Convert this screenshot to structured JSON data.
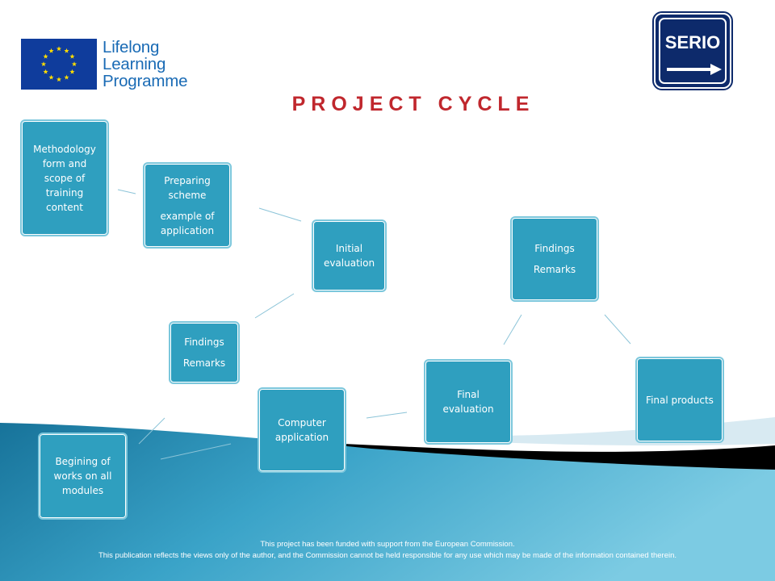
{
  "logo": {
    "lines": [
      "Lifelong",
      "Learning",
      "Programme"
    ],
    "icon": "eu-flag-icon",
    "flag_color": "#0f3c9c",
    "star_color": "#ffdd00"
  },
  "serio": {
    "label": "SERIO",
    "icon": "arrow-right-icon"
  },
  "title": "PROJECT CYCLE",
  "nodes": {
    "methodology": {
      "lines": [
        "Methodology",
        "form and",
        "scope of",
        "training",
        "content"
      ]
    },
    "preparing": {
      "lines": [
        "Preparing",
        "scheme",
        "example of",
        "application"
      ]
    },
    "initial": {
      "lines": [
        "Initial",
        "evaluation"
      ]
    },
    "findings_right": {
      "lines": [
        "Findings",
        "Remarks"
      ]
    },
    "findings_left": {
      "lines": [
        "Findings",
        "Remarks"
      ]
    },
    "final_evaluation": {
      "lines": [
        "Final",
        "evaluation"
      ]
    },
    "final_products": {
      "lines": [
        "Final products"
      ]
    },
    "computer": {
      "lines": [
        "Computer",
        "application"
      ]
    },
    "begining": {
      "lines": [
        "Begining of",
        "works on all",
        "modules"
      ]
    }
  },
  "footer": {
    "line1": "This project has been funded with support from the European Commission.",
    "line2": "This publication reflects the views only of the author, and the Commission cannot be held responsible for any use which may be made of the information contained therein."
  },
  "colors": {
    "title": "#c0272d",
    "node_fill": "#2f9fbf",
    "node_outline": "#7cc7dc",
    "connector": "#8cc4d8",
    "wave_dark": "#1f7fa3",
    "wave_light": "#5fb8d6"
  }
}
